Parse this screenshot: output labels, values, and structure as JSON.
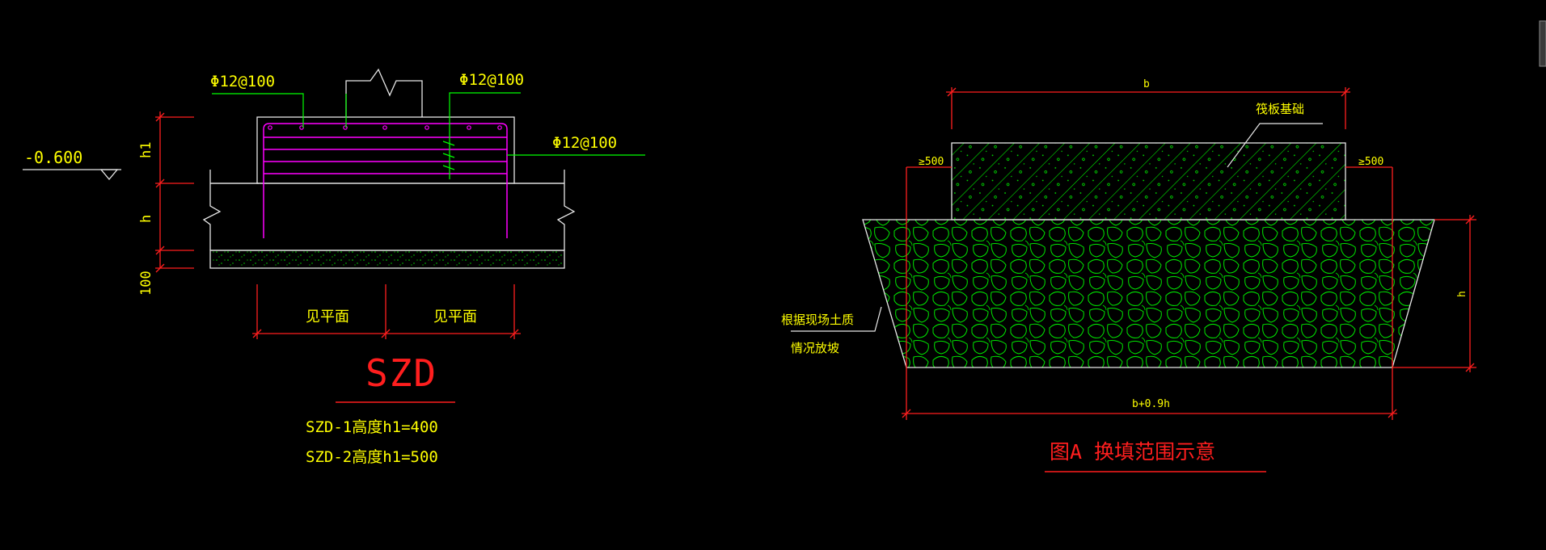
{
  "colors": {
    "background": "#000000",
    "text_yellow": "#ffff00",
    "dim_red": "#ff1e1e",
    "rebar_green": "#00ff00",
    "stirrup_magenta": "#ff00ff",
    "outline_white": "#e8e8e8",
    "hatch_green": "#00e600"
  },
  "left_detail": {
    "rebar_labels": [
      "Φ12@100",
      "Φ12@100",
      "Φ12@100"
    ],
    "elevation": "-0.600",
    "dims_vertical": [
      "h1",
      "h",
      "100"
    ],
    "dims_horizontal": [
      "见平面",
      "见平面"
    ],
    "title": "SZD",
    "notes": [
      "SZD-1高度h1=400",
      "SZD-2高度h1=500"
    ]
  },
  "right_detail": {
    "top_dim": "b",
    "raft_label": "筏板基础",
    "offset_left": "≥500",
    "offset_right": "≥500",
    "side_dim": "h",
    "bottom_dim": "b+0.9h",
    "slope_note_1": "根据现场土质",
    "slope_note_2": "情况放坡",
    "title": "图A  换填范围示意"
  },
  "icons": [
    "zigzag-break-icon",
    "elevation-marker-icon"
  ]
}
